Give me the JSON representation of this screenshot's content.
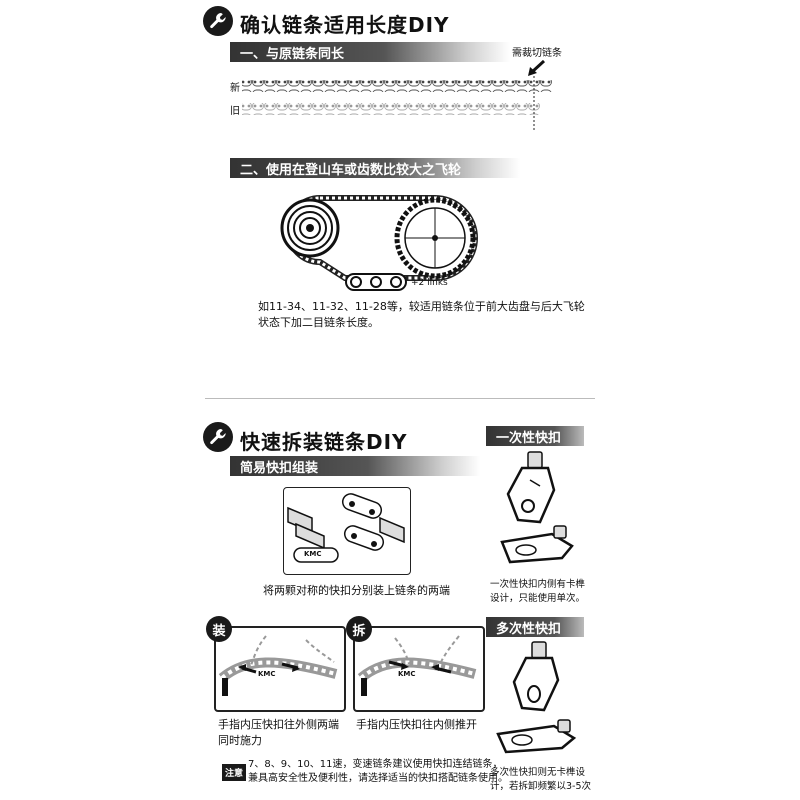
{
  "section1": {
    "title": "确认链条适用长度DIY",
    "step1": {
      "heading": "一、与原链条同长",
      "cut_label": "需裁切链条",
      "new_label": "新",
      "old_label": "旧"
    },
    "step2": {
      "heading": "二、使用在登山车或齿数比较大之飞轮",
      "links_label": "+2 links",
      "desc_line1": "如11-34、11-32、11-28等，较适用链条位于前大齿盘与后大飞轮",
      "desc_line2": "状态下加二目链条长度。"
    }
  },
  "section2": {
    "title": "快速拆装链条DIY",
    "simple": {
      "heading": "简易快扣组装",
      "caption": "将两颗对称的快扣分别装上链条的两端",
      "kmc_label": "KMC"
    },
    "install": {
      "tag": "装",
      "caption_line1": "手指内压快扣往外侧两端",
      "caption_line2": "同时施力",
      "kmc_label": "KMC"
    },
    "remove": {
      "tag": "拆",
      "caption_line1": "手指内压快扣往内侧推开",
      "kmc_label": "KMC"
    },
    "single_use": {
      "heading": "一次性快扣",
      "caption_line1": "一次性快扣内侧有卡榫",
      "caption_line2": "设计，只能使用单次。"
    },
    "multi_use": {
      "heading": "多次性快扣",
      "caption_line1": "多次性快扣则无卡榫设",
      "caption_line2": "计，若拆卸频繁以3-5次"
    },
    "note": {
      "tag": "注意",
      "line1": "7、8、9、10、11速，变速链条建议使用快扣连结链条，",
      "line2": "兼具高安全性及便利性，请选择适当的快扣搭配链条使用。"
    }
  }
}
